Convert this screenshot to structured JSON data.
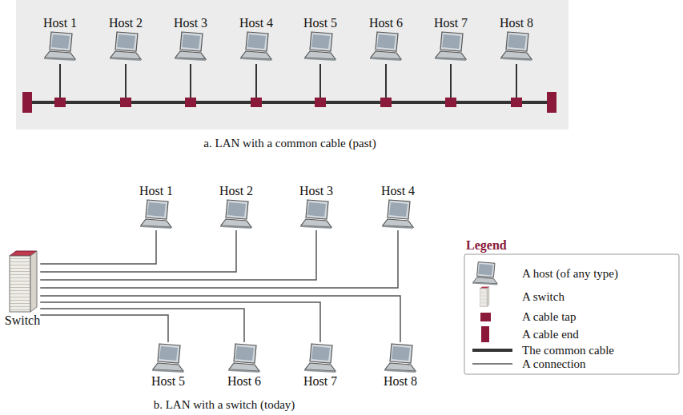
{
  "diagram": {
    "nodes": [
      {
        "text": [
          "Host 1"
        ]
      },
      {
        "text": [
          "Host 2"
        ]
      },
      {
        "text": [
          "Host 3"
        ]
      },
      {
        "text": [
          "Host 4"
        ]
      },
      {
        "text": [
          "Host 5"
        ]
      },
      {
        "text": [
          "Host 6"
        ]
      },
      {
        "text": [
          "Host 7"
        ]
      },
      {
        "text": [
          "Host 8"
        ]
      },
      {
        "text": [
          "Switch"
        ]
      },
      {
        "text": [
          "Host 1"
        ]
      },
      {
        "text": [
          "Host 2"
        ]
      },
      {
        "text": [
          "Host 3"
        ]
      },
      {
        "text": [
          "Host 4"
        ]
      },
      {
        "text": [
          "Host 5"
        ]
      },
      {
        "text": [
          "Host 6"
        ]
      },
      {
        "text": [
          "Host 7"
        ]
      },
      {
        "text": [
          "Host 8"
        ]
      }
    ],
    "edges": [
      {
        "from": 8,
        "to": 9,
        "arrow": "none"
      },
      {
        "from": 8,
        "to": 10,
        "arrow": "none"
      },
      {
        "from": 8,
        "to": 11,
        "arrow": "none"
      },
      {
        "from": 8,
        "to": 12,
        "arrow": "none"
      },
      {
        "from": 8,
        "to": 13,
        "arrow": "none"
      },
      {
        "from": 8,
        "to": 14,
        "arrow": "none"
      },
      {
        "from": 8,
        "to": 15,
        "arrow": "none"
      },
      {
        "from": 8,
        "to": 16,
        "arrow": "none"
      }
    ],
    "labels": [
      "a. LAN with a common cable (past)",
      "b. LAN with a switch (today)",
      "Legend"
    ],
    "legend": [
      {
        "text": "A host (of any type)"
      },
      {
        "text": "A switch"
      },
      {
        "text": "A cable tap"
      },
      {
        "text": "A cable end"
      },
      {
        "text": "The common cable"
      },
      {
        "text": "A connection"
      }
    ]
  }
}
